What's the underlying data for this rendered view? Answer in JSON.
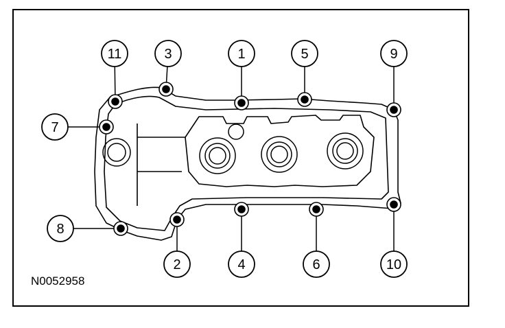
{
  "figure_id": "N0052958",
  "callouts": [
    {
      "label": "11"
    },
    {
      "label": "3"
    },
    {
      "label": "1"
    },
    {
      "label": "5"
    },
    {
      "label": "9"
    },
    {
      "label": "7"
    },
    {
      "label": "8"
    },
    {
      "label": "2"
    },
    {
      "label": "4"
    },
    {
      "label": "6"
    },
    {
      "label": "10"
    }
  ]
}
